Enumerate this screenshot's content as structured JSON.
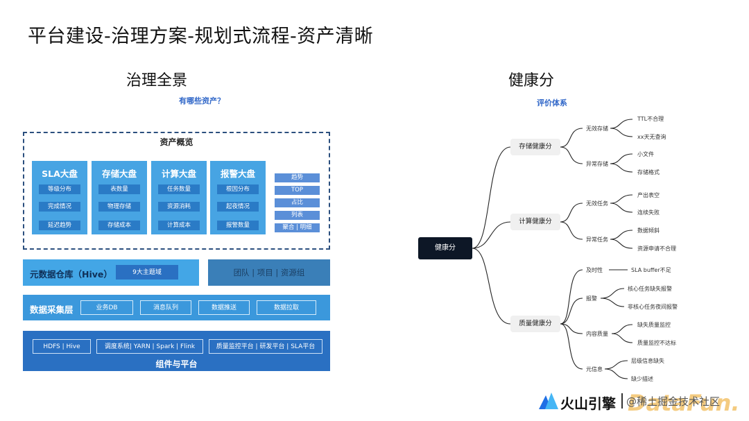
{
  "slide": {
    "title": "平台建设-治理方案-规划式流程-资产清晰"
  },
  "left": {
    "heading": "治理全景",
    "question": "有哪些资产？",
    "overview_title": "资产概览",
    "cards": [
      {
        "title": "SLA大盘",
        "items": [
          "等级分布",
          "完成情况",
          "延迟趋势"
        ]
      },
      {
        "title": "存储大盘",
        "items": [
          "表数量",
          "物理存储",
          "存储成本"
        ]
      },
      {
        "title": "计算大盘",
        "items": [
          "任务数量",
          "资源消耗",
          "计算成本"
        ]
      },
      {
        "title": "报警大盘",
        "items": [
          "根因分布",
          "起夜情况",
          "报警数量"
        ]
      }
    ],
    "tags": [
      "趋势",
      "TOP",
      "占比",
      "列表",
      "聚合 | 明细"
    ],
    "metadata_layer": {
      "label": "元数据仓库（Hive）",
      "chip": "9大主题域",
      "side": "团队 | 项目 | 资源组"
    },
    "collection_layer": {
      "label": "数据采集层",
      "chips": [
        "业务DB",
        "消息队列",
        "数据推送",
        "数据拉取"
      ]
    },
    "platform_layer": {
      "chips": [
        "HDFS | Hive",
        "调度系统| YARN | Spark | Flink",
        "质量监控平台 | 研发平台 | SLA平台"
      ],
      "label": "组件与平台"
    }
  },
  "right": {
    "heading": "健康分",
    "subheading": "评价体系",
    "root": "健康分",
    "branches": [
      {
        "name": "存储健康分",
        "groups": [
          {
            "name": "无效存储",
            "leaves": [
              "TTL不合理",
              "xx天无查询"
            ]
          },
          {
            "name": "异常存储",
            "leaves": [
              "小文件",
              "存储格式"
            ]
          }
        ]
      },
      {
        "name": "计算健康分",
        "groups": [
          {
            "name": "无效任务",
            "leaves": [
              "产出表空",
              "连续失败"
            ]
          },
          {
            "name": "异常任务",
            "leaves": [
              "数据倾斜",
              "资源申请不合理"
            ]
          }
        ]
      },
      {
        "name": "质量健康分",
        "groups": [
          {
            "name": "及时性",
            "leaves": [
              "SLA buffer不足"
            ]
          },
          {
            "name": "报警",
            "leaves": [
              "核心任务缺失报警",
              "非核心任务夜间报警"
            ]
          },
          {
            "name": "内容质量",
            "leaves": [
              "缺失质量监控",
              "质量监控不达标"
            ]
          },
          {
            "name": "元信息",
            "leaves": [
              "层级信息缺失",
              "缺少描述"
            ]
          }
        ]
      }
    ]
  },
  "watermark": {
    "brand": "火山引擎",
    "community": "@稀土掘金技术社区",
    "logo_text": "DataFun."
  },
  "colors": {
    "card": "#47a4e3",
    "pill": "#2a7bc6",
    "tag": "#5b8fd8",
    "metadata_bar": "#43a6e6",
    "side_bar": "#3a7fb8",
    "collection_bar": "#3b98dc",
    "platform_bar": "#2a70c2",
    "root_node": "#0d1726",
    "accent_text": "#2f66c8"
  }
}
